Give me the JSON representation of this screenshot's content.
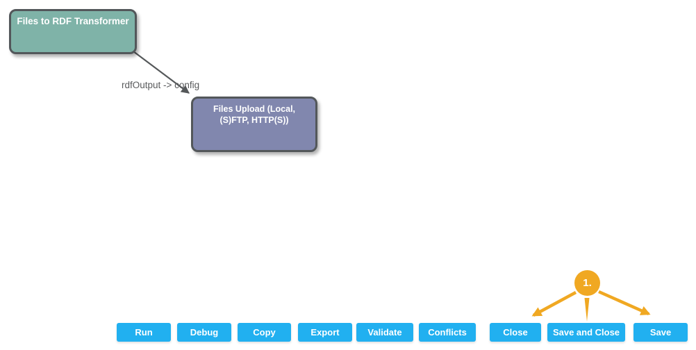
{
  "canvas": {
    "nodes": [
      {
        "title": "Files to RDF Transformer",
        "color": "#7fb3a8"
      },
      {
        "title": "Files Upload (Local, (S)FTP, HTTP(S))",
        "color": "#8187ae"
      }
    ],
    "edge": {
      "label": "rdfOutput -> config"
    }
  },
  "toolbar": {
    "buttons": [
      {
        "label": "Run"
      },
      {
        "label": "Debug"
      },
      {
        "label": "Copy"
      },
      {
        "label": "Export"
      },
      {
        "label": "Validate"
      },
      {
        "label": "Conflicts"
      },
      {
        "label": "Close"
      },
      {
        "label": "Save and Close"
      },
      {
        "label": "Save"
      }
    ],
    "button_color": "#21b0f0"
  },
  "annotation": {
    "step_label": "1.",
    "color": "#f0a822"
  },
  "theme": {
    "background": "#ffffff",
    "node_border": "#53575a",
    "connector_color": "#55585a",
    "edge_label_color": "#58595b"
  }
}
